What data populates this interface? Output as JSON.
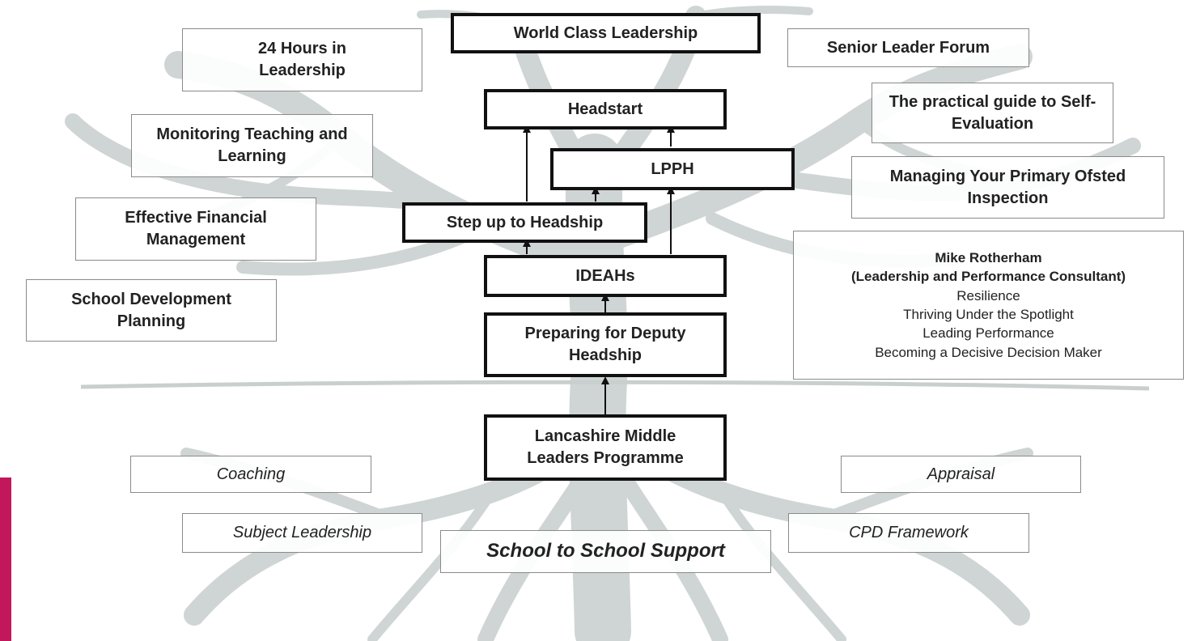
{
  "colors": {
    "tree": "#cfd5d4",
    "tree_dark": "#b9c1c0",
    "ground": "#c9cfce",
    "box_border_thick": "#111111",
    "box_border_thin": "#8a8a8a",
    "text": "#222222",
    "accent_corner": "#c2185b"
  },
  "pathway": {
    "world_class": "World Class Leadership",
    "headstart": "Headstart",
    "lpph": "LPPH",
    "step_up": "Step up to Headship",
    "ideahs": "IDEAHs",
    "deputy": "Preparing for Deputy Headship",
    "middle_leaders": "Lancashire Middle Leaders Programme"
  },
  "left_courses": {
    "hours24": "24 Hours in Leadership",
    "monitoring": "Monitoring Teaching and Learning",
    "financial": "Effective Financial Management",
    "sdp": "School Development Planning"
  },
  "right_courses": {
    "senior_forum": "Senior Leader Forum",
    "self_eval": "The practical guide to Self-Evaluation",
    "ofsted": "Managing Your Primary Ofsted Inspection"
  },
  "mike": {
    "name": "Mike Rotherham",
    "role": "(Leadership and Performance Consultant)",
    "items": [
      "Resilience",
      "Thriving Under the Spotlight",
      "Leading Performance",
      "Becoming a Decisive Decision Maker"
    ]
  },
  "support": {
    "coaching": "Coaching",
    "subject": "Subject Leadership",
    "school_to_school": "School to School Support",
    "appraisal": "Appraisal",
    "cpd": "CPD Framework"
  }
}
